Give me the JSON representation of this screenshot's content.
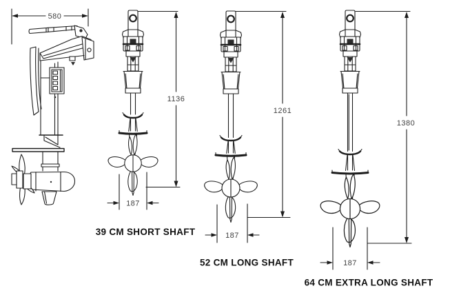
{
  "diagram": {
    "side_view": {
      "width_dim": "580"
    },
    "motors": [
      {
        "height_dim": "1136",
        "width_dim": "187",
        "label": "39 CM SHORT SHAFT"
      },
      {
        "height_dim": "1261",
        "width_dim": "187",
        "label": "52 CM LONG SHAFT"
      },
      {
        "height_dim": "1380",
        "width_dim": "187",
        "label": "64 CM EXTRA LONG SHAFT"
      }
    ]
  },
  "colors": {
    "background": "#ffffff",
    "line": "#1c1c1c",
    "dim_text": "#3f3f3f",
    "label_text": "#101010"
  }
}
